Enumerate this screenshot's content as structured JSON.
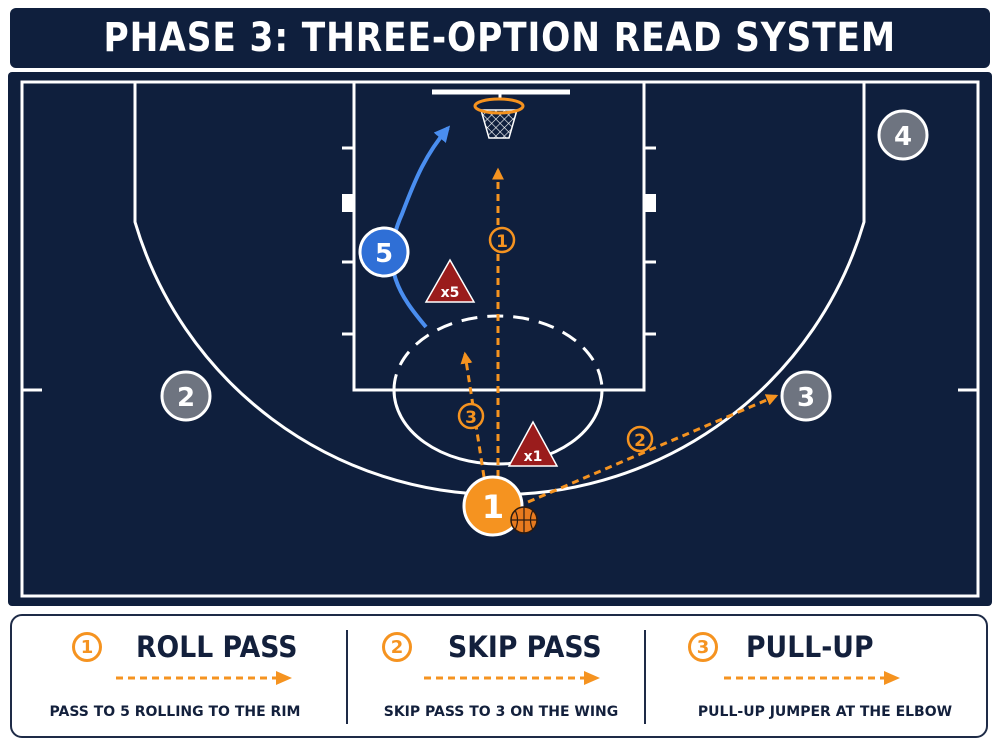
{
  "title": "PHASE 3: THREE-OPTION READ SYSTEM",
  "colors": {
    "court": "#0f1f3d",
    "lines": "#ffffff",
    "ball_handler": "#f59320",
    "roller": "#2f6fd6",
    "teammate": "#6e7480",
    "defender": "#9a1c1c",
    "pass_arrow": "#f59320",
    "roll_path": "#4a8ef0"
  },
  "players": {
    "p1": "1",
    "p2": "2",
    "p3": "3",
    "p4": "4",
    "p5": "5"
  },
  "defenders": {
    "x1": "x1",
    "x5": "x5"
  },
  "option_markers": {
    "roll": "1",
    "skip": "2",
    "pullup": "3"
  },
  "legend": [
    {
      "number": "1",
      "label": "ROLL PASS",
      "description": "PASS TO 5 ROLLING TO THE RIM"
    },
    {
      "number": "2",
      "label": "SKIP PASS",
      "description": "SKIP PASS TO 3 ON THE WING"
    },
    {
      "number": "3",
      "label": "PULL-UP",
      "description": "PULL-UP JUMPER AT THE ELBOW"
    }
  ],
  "icons": {
    "ball": "basketball-icon",
    "hoop": "basket-hoop-icon",
    "arrow": "dashed-arrow-icon"
  }
}
